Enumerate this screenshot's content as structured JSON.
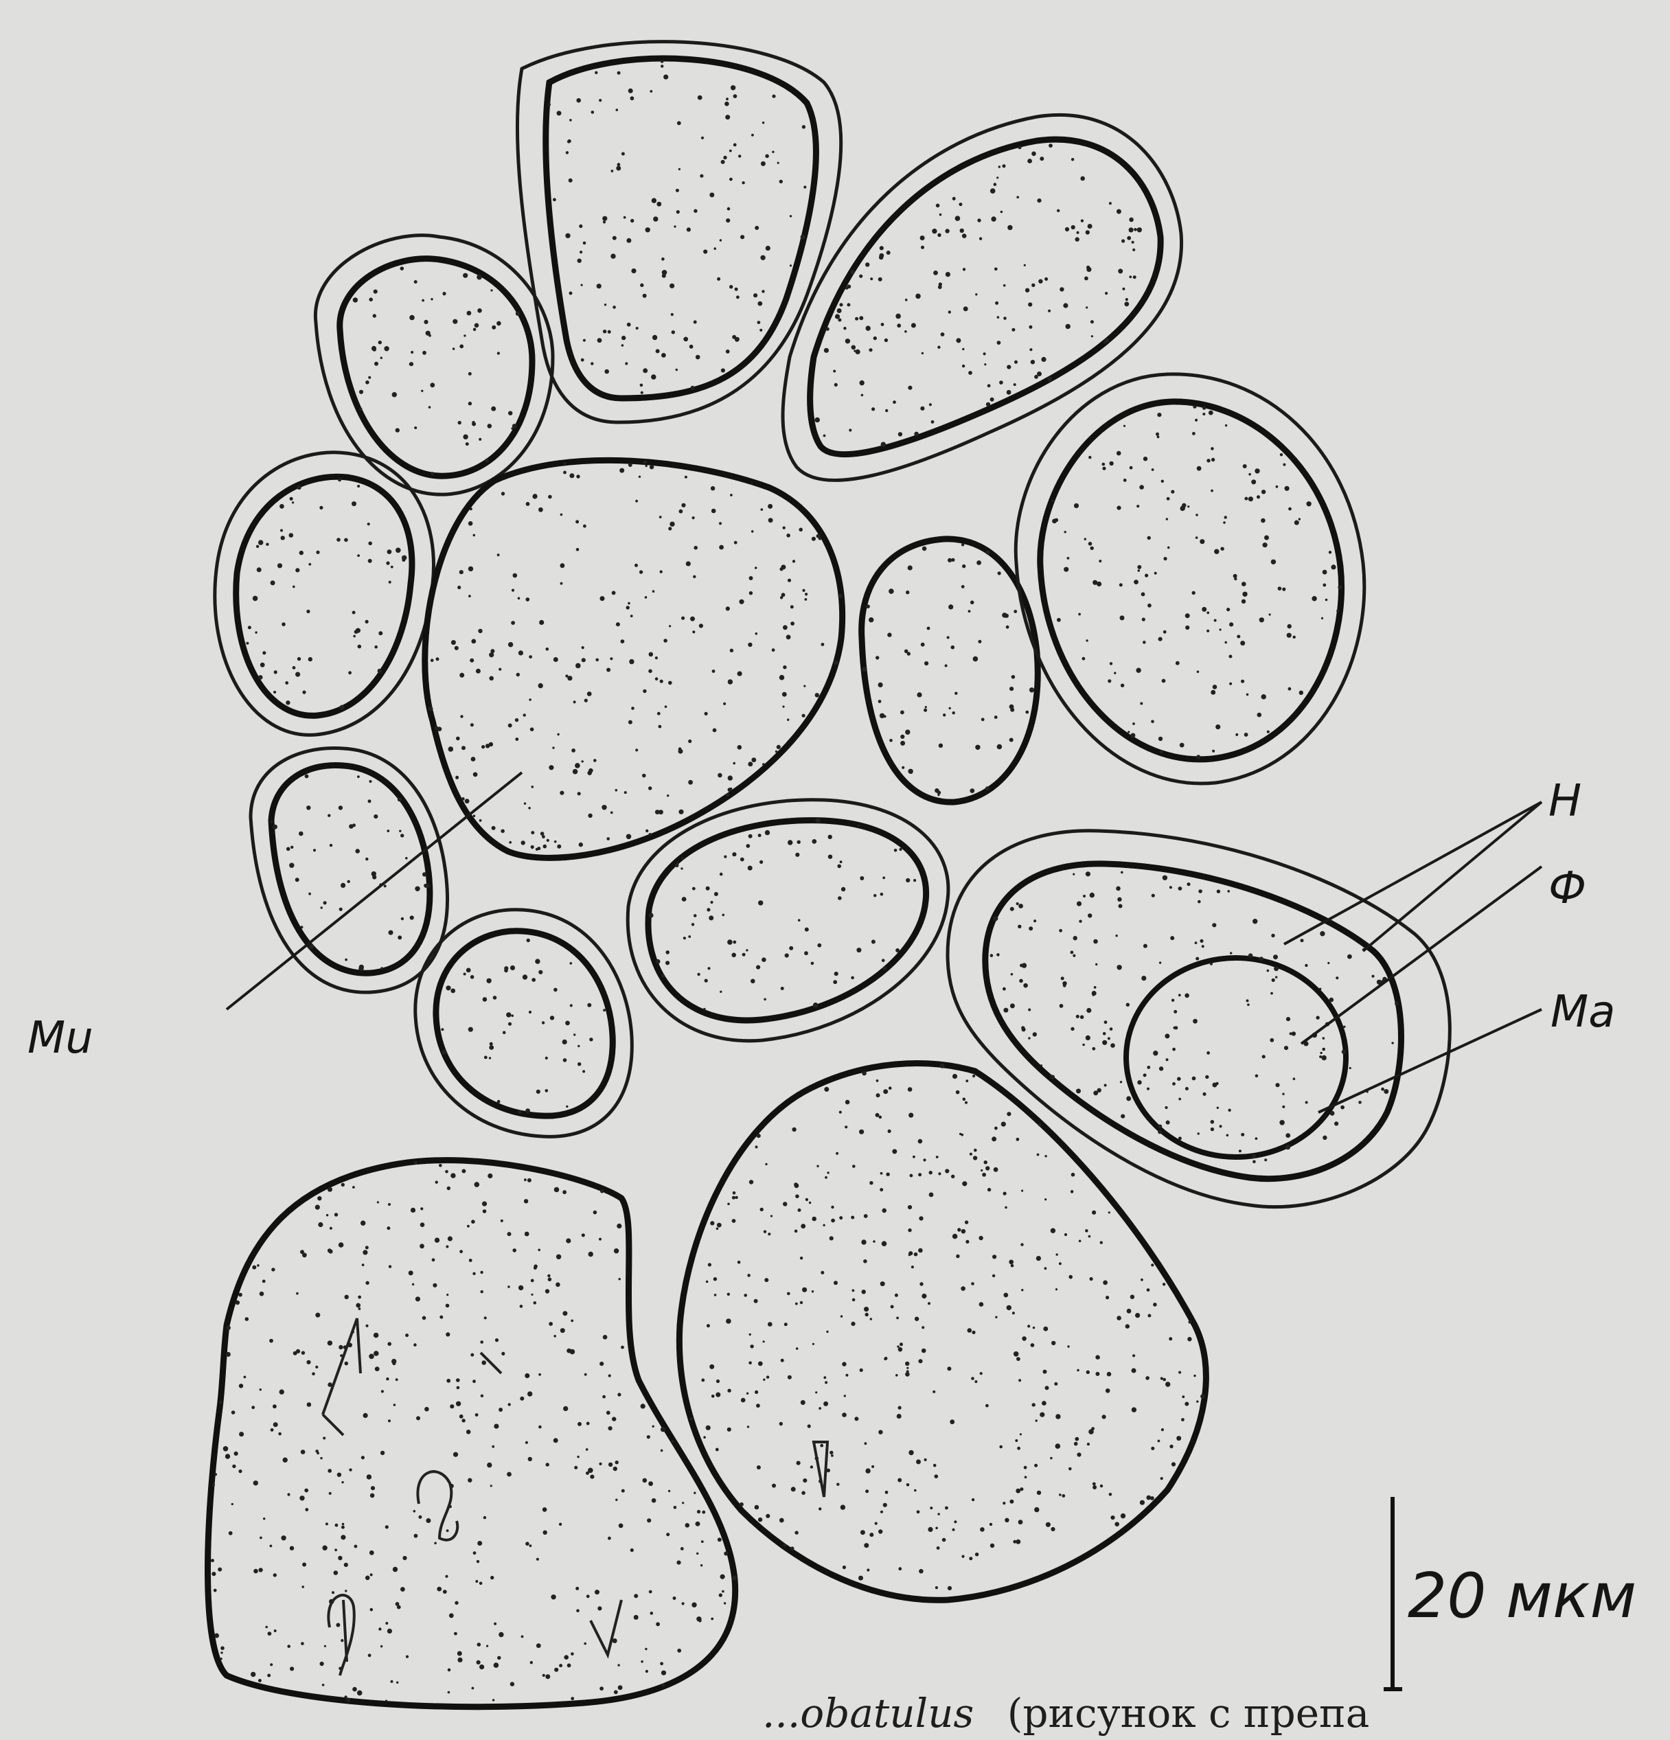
{
  "labels": {
    "mi": "Mu",
    "h": "H",
    "f": "Ф",
    "ma": "Ma"
  },
  "scale_bar": {
    "text": "20 мкм"
  },
  "caption": {
    "species": "...obatulus",
    "rest": "(рисунок с препа"
  },
  "colors": {
    "background": "#dfe0dd",
    "ink": "#111111"
  }
}
